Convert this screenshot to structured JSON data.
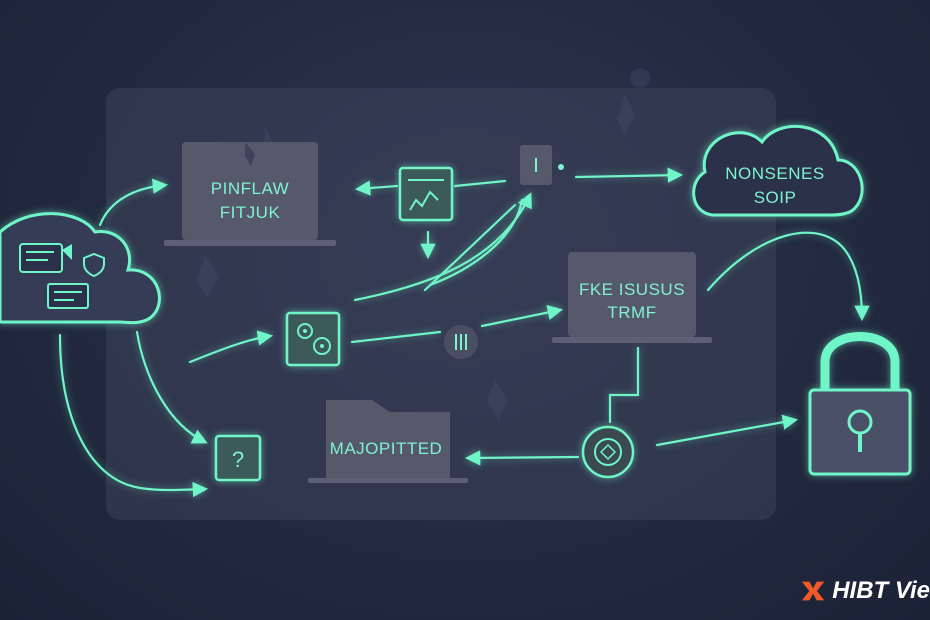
{
  "diagram": {
    "labels": {
      "laptop_top_line1": "PINFLAW",
      "laptop_top_line2": "FITJUK",
      "cloud_right_line1": "NONSENES",
      "cloud_right_line2": "SOIP",
      "laptop_mid_line1": "FKE ISUSUS",
      "laptop_mid_line2": "TRMF",
      "folder_bottom": "MAJOPITTED",
      "help_box_glyph": "?"
    }
  },
  "brand": {
    "name": "HIBT Vie",
    "accent": "#f05a28"
  },
  "colors": {
    "background": "#232a40",
    "panel": "#3a4058",
    "glow": "#6ff5c8",
    "device": "#56596c"
  }
}
